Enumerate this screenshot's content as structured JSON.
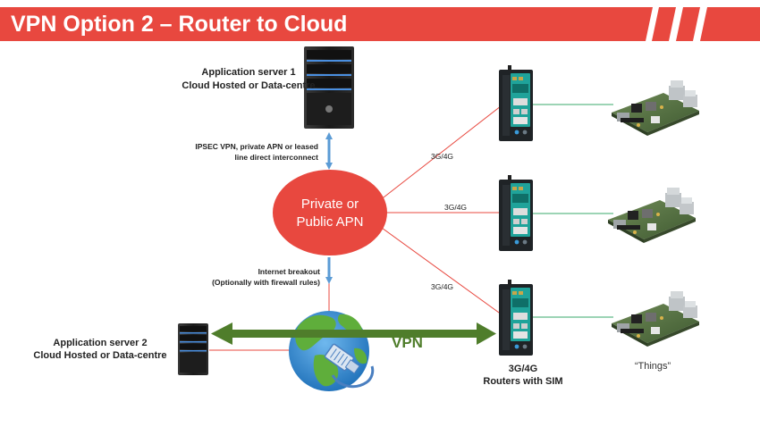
{
  "title": "VPN Option 2 – Router to Cloud",
  "colors": {
    "banner": "#e8483f",
    "apn_fill": "#e8483f",
    "vpn_arrow": "#4f7d2b",
    "link_arrow": "#5b9bd5",
    "cellular_line": "#e8483f",
    "device_line": "#3aa86b"
  },
  "server1": {
    "label_line1": "Application server 1",
    "label_line2": "Cloud Hosted or Data-centre"
  },
  "ipsec": {
    "line1": "IPSEC VPN, private APN or leased",
    "line2": "line direct interconnect"
  },
  "apn": {
    "line1": "Private or",
    "line2": "Public APN"
  },
  "internet": {
    "line1": "Internet breakout",
    "line2": "(Optionally with firewall rules)"
  },
  "server2": {
    "label_line1": "Application server 2",
    "label_line2": "Cloud Hosted or Data-centre"
  },
  "vpn_label": "VPN",
  "cellular_labels": [
    "3G/4G",
    "3G/4G",
    "3G/4G"
  ],
  "routers": {
    "line1": "3G/4G",
    "line2": "Routers with SIM"
  },
  "things_label": "“Things”",
  "icons": [
    "server-tower-icon",
    "globe-icon",
    "ethernet-plug-icon",
    "cellular-router-icon",
    "circuit-board-icon"
  ]
}
